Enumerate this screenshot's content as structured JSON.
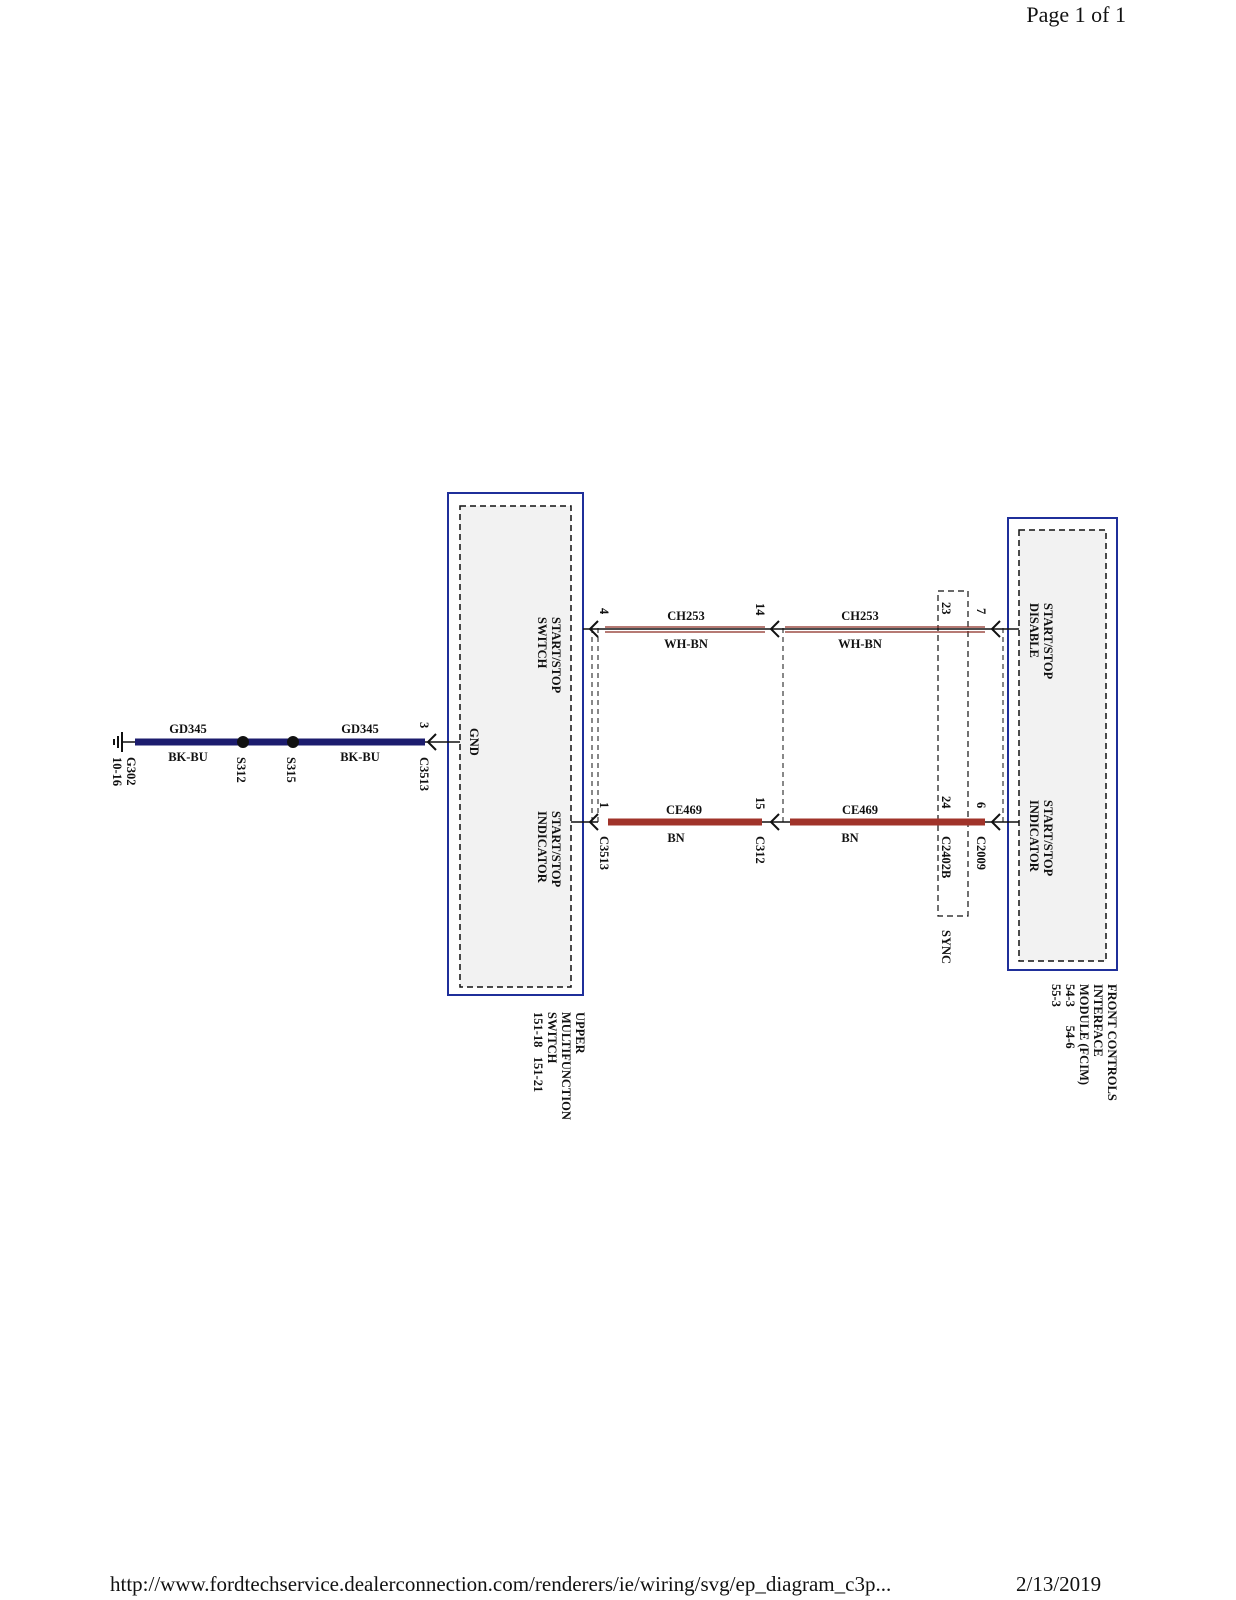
{
  "header": {
    "page_label": "Page 1 of 1"
  },
  "footer": {
    "url": "http://www.fordtechservice.dealerconnection.com/renderers/ie/wiring/svg/ep_diagram_c3p...",
    "date": "2/13/2019"
  },
  "colors": {
    "ground_wire": "#1c1c6e",
    "indicator_wire": "#a0332a",
    "disable_wire": "#8b2a22",
    "module_border": "#1f2f9a",
    "module_fill": "#f2f2f2"
  },
  "ground": {
    "label": "G302",
    "ref": "10-16",
    "icon": "ground-symbol-icon"
  },
  "splices": [
    {
      "label": "S312"
    },
    {
      "label": "S315"
    }
  ],
  "wires": {
    "ground_a": {
      "circuit": "GD345",
      "color_code": "BK-BU"
    },
    "ground_b": {
      "circuit": "GD345",
      "color_code": "BK-BU"
    },
    "disable_a": {
      "circuit": "CH253",
      "color_code": "WH-BN"
    },
    "disable_b": {
      "circuit": "CH253",
      "color_code": "WH-BN"
    },
    "indicator_a": {
      "circuit": "CE469",
      "color_code": "BN"
    },
    "indicator_b": {
      "circuit": "CE469",
      "color_code": "BN"
    }
  },
  "upper_switch": {
    "name_line1": "UPPER",
    "name_line2": "MULTIFUNCTION",
    "name_line3": "SWITCH",
    "refs": "151-18   151-21",
    "gnd_label": "GND",
    "pin_switch_label_1": "START/STOP",
    "pin_switch_label_2": "SWITCH",
    "pin_indicator_label_1": "START/STOP",
    "pin_indicator_label_2": "INDICATOR",
    "pin_gnd": "3",
    "pin_switch": "4",
    "pin_indicator": "1",
    "connector_gnd": "C3513",
    "connector_main": "C3513"
  },
  "inline_connector": {
    "name": "C312",
    "pin_disable": "14",
    "pin_indicator": "15"
  },
  "sync_connector": {
    "name": "C2402B",
    "label": "SYNC",
    "pin_disable": "23",
    "pin_indicator": "24"
  },
  "fcim": {
    "name_line1": "FRONT CONTROLS",
    "name_line2": "INTERFACE",
    "name_line3": "MODULE (FCIM)",
    "refs_line1": "54-3      54-6",
    "refs_line2": "55-3",
    "pin_disable_label_1": "START/STOP",
    "pin_disable_label_2": "DISABLE",
    "pin_indicator_label_1": "START/STOP",
    "pin_indicator_label_2": "INDICATOR",
    "pin_disable": "7",
    "pin_indicator": "6",
    "connector": "C2009"
  }
}
